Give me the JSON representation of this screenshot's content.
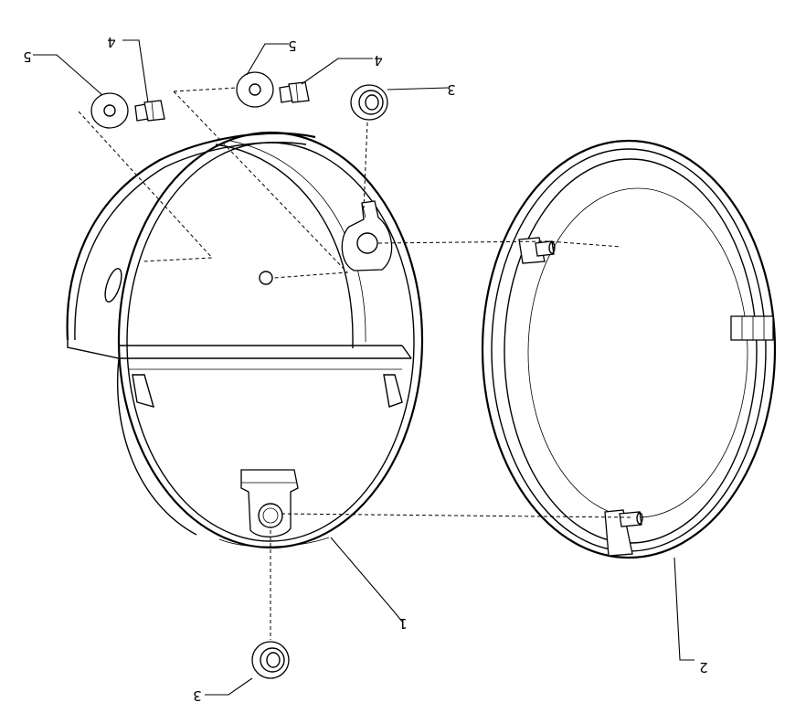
{
  "diagram": {
    "callouts": [
      {
        "id": "c1",
        "text": "1"
      },
      {
        "id": "c2",
        "text": "2"
      },
      {
        "id": "c3a",
        "text": "3"
      },
      {
        "id": "c3b",
        "text": "3"
      },
      {
        "id": "c4a",
        "text": "4"
      },
      {
        "id": "c4b",
        "text": "4"
      },
      {
        "id": "c5a",
        "text": "5"
      },
      {
        "id": "c5b",
        "text": "5"
      }
    ]
  }
}
